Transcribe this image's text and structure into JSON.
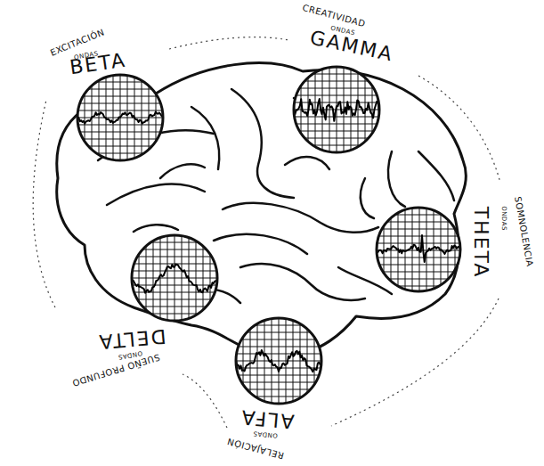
{
  "diagram": {
    "nodes": [
      {
        "text": [
          "EXCITACIÓN",
          "ONDAS",
          "BETA"
        ]
      },
      {
        "text": [
          "CREATIVIDAD",
          "ONDAS",
          "GAMMA"
        ]
      },
      {
        "text": [
          "SOMNOLENCIA",
          "ONDAS",
          "THETA"
        ]
      },
      {
        "text": [
          "SUEÑO PROFUNDO",
          "ONDAS",
          "DELTA"
        ]
      },
      {
        "text": [
          "RELAJACIÓN",
          "ONDAS",
          "ALFA"
        ]
      }
    ]
  }
}
